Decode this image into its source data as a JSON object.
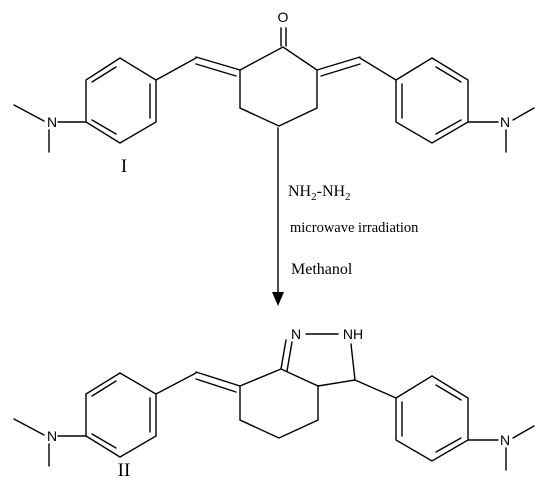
{
  "atoms": {
    "oxygen": "O",
    "nitrogen": "N",
    "nh": "NH"
  },
  "compounds": {
    "reactant_label": "I",
    "product_label": "II"
  },
  "reaction": {
    "reagent_main": "NH",
    "reagent_sub1": "2",
    "reagent_dash": "-NH",
    "reagent_sub2": "2",
    "condition": "microwave irradiation",
    "solvent": "Methanol"
  }
}
